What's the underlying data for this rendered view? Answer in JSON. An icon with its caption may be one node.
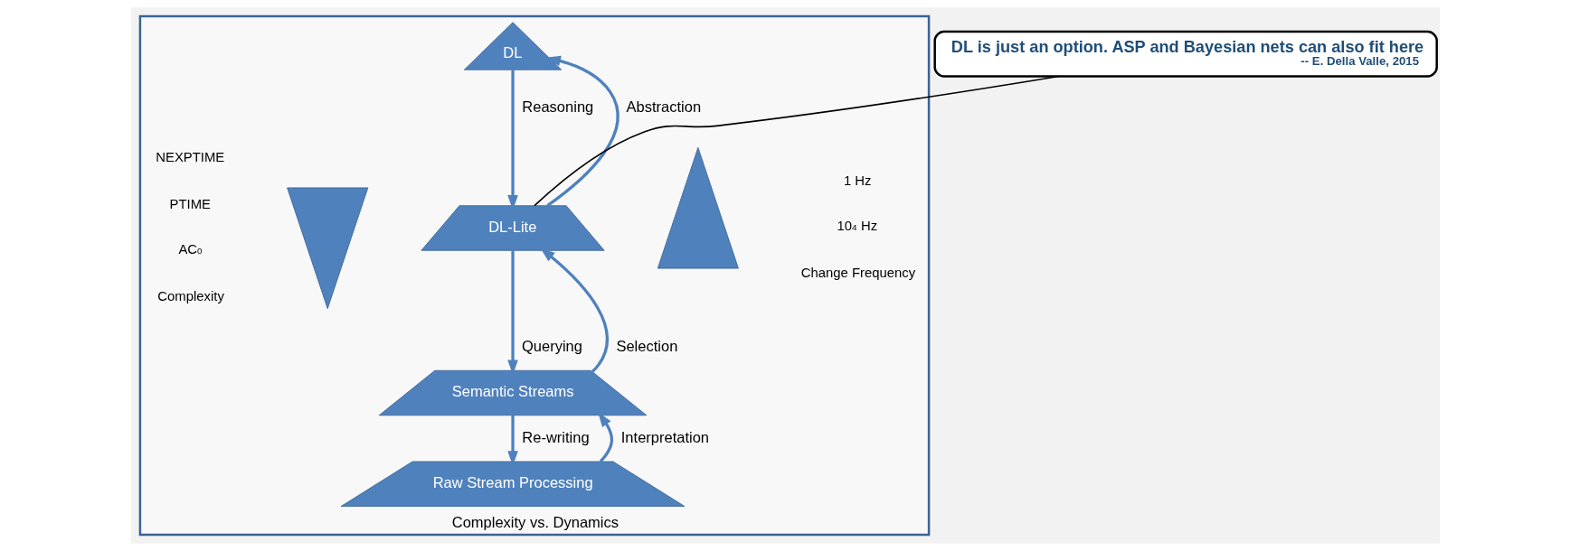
{
  "diagram": {
    "nodes": [
      {
        "text": [
          "Complexity vs. Dynamics"
        ]
      },
      {
        "text": [],
        "shape": "triangle",
        "in": 0,
        "beside": [
          "NEXPTIME",
          "PTIME",
          "AC$^{0}$",
          "Complexity"
        ]
      },
      {
        "text": [
          "DL"
        ],
        "in": 0
      },
      {
        "text": [
          "DL-Lite"
        ],
        "in": 0
      },
      {
        "text": [
          "Semantic Streams"
        ],
        "in": 0
      },
      {
        "text": [
          "Raw Stream Processing"
        ],
        "in": 0
      },
      {
        "text": [],
        "shape": "triangle",
        "in": 0,
        "beside": [
          "1 Hz",
          "10$^{4}$ Hz",
          "Change Frequency"
        ]
      },
      {
        "text": [
          "DL is just an option. ASP and Bayesian nets can also fit here",
          "-- E. Della Valle, 2015"
        ]
      }
    ],
    "edges": [
      {
        "from": 3,
        "to": 2,
        "arrow": "to",
        "label": "Abstraction"
      },
      {
        "from": 4,
        "to": 3,
        "arrow": "to",
        "label": "Selection"
      },
      {
        "from": 5,
        "to": 4,
        "arrow": "to",
        "label": "Interpretation"
      },
      {
        "from": 2,
        "to": 3,
        "arrow": "to",
        "label": "Reasoning"
      },
      {
        "from": 3,
        "to": 4,
        "arrow": "to",
        "label": "Querying"
      },
      {
        "from": 4,
        "to": 5,
        "arrow": "to",
        "label": "Re-writing"
      },
      {
        "from": 7,
        "to": 3,
        "arrow": "none",
        "color": "#000000"
      }
    ]
  }
}
